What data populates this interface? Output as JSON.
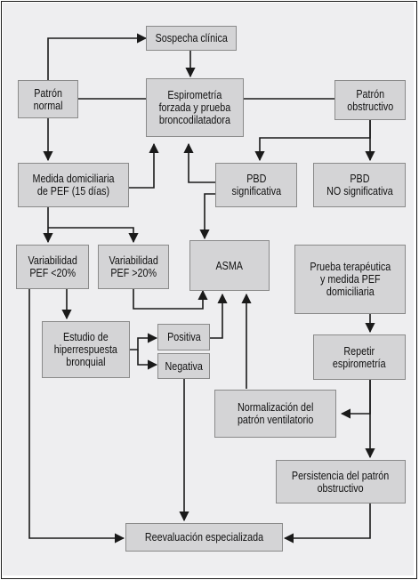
{
  "colors": {
    "box_fill": "#d4d4d6",
    "background": "#eeeef0",
    "line": "#1a1a1a"
  },
  "nodes": {
    "sospecha": "Sospecha clínica",
    "espirometria": "Espirometría\nforzada y prueba\nbroncodilatadora",
    "patron_normal": "Patrón\nnormal",
    "patron_obstructivo": "Patrón\nobstructivo",
    "medida_domiciliaria": "Medida domiciliaria\nde PEF (15 días)",
    "pbd_significativa": "PBD\nsignificativa",
    "pbd_no_significativa": "PBD\nNO significativa",
    "variabilidad_menor": "Variabilidad\nPEF <20%",
    "variabilidad_mayor": "Variabilidad\nPEF >20%",
    "asma": "ASMA",
    "prueba_terapeutica": "Prueba terapéutica\ny medida PEF\ndomiciliaria",
    "estudio_hiperrespuesta": "Estudio de\nhiperrespuesta\nbronquial",
    "positiva": "Positiva",
    "negativa": "Negativa",
    "repetir_espirometria": "Repetir\nespirometría",
    "normalizacion": "Normalización del\npatrón ventilatorio",
    "persistencia": "Persistencia del patrón\nobstructivo",
    "reevaluacion": "Reevaluación especializada"
  }
}
